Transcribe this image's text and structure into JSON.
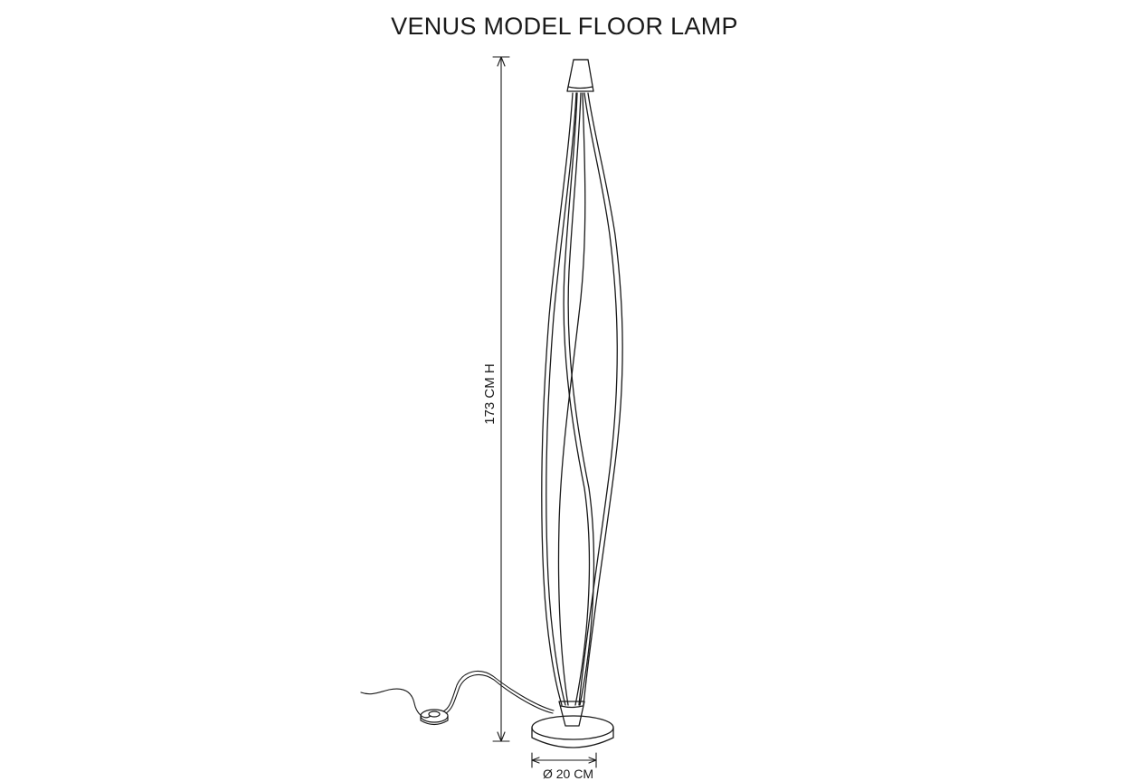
{
  "title": "VENUS MODEL FLOOR LAMP",
  "dimensions": {
    "height_label": "173 CM H",
    "base_label": "Ø 20 CM"
  },
  "colors": {
    "line": "#1a1a1a",
    "background": "#ffffff"
  }
}
